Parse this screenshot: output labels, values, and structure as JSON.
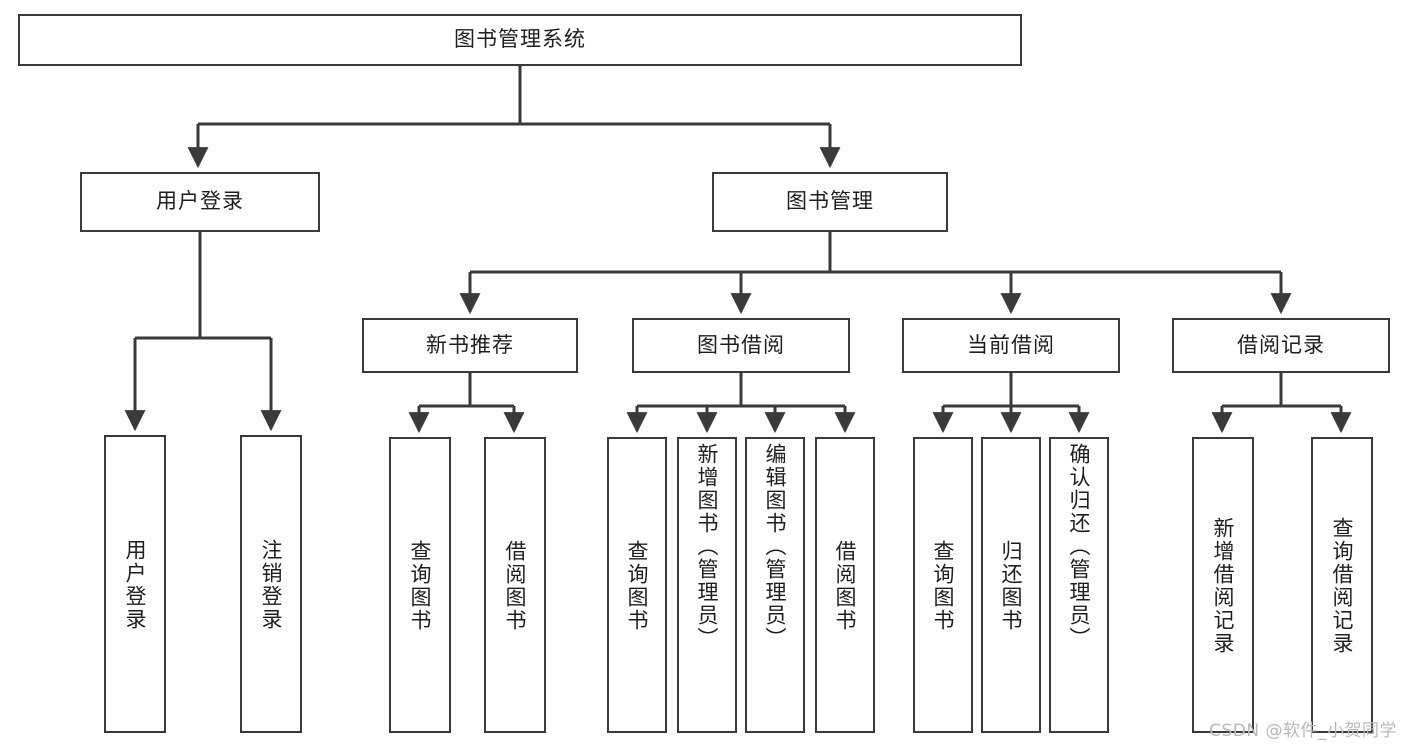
{
  "diagram": {
    "title": "图书管理系统",
    "root": {
      "label": "图书管理系统"
    },
    "level2": [
      {
        "label": "用户登录"
      },
      {
        "label": "图书管理"
      }
    ],
    "level3": [
      {
        "label": "新书推荐"
      },
      {
        "label": "图书借阅"
      },
      {
        "label": "当前借阅"
      },
      {
        "label": "借阅记录"
      }
    ],
    "leaves": {
      "user_login": [
        {
          "label": "用户登录"
        },
        {
          "label": "注销登录"
        }
      ],
      "new_book_recommend": [
        {
          "label": "查询图书"
        },
        {
          "label": "借阅图书"
        }
      ],
      "book_borrow": [
        {
          "label": "查询图书"
        },
        {
          "label": "新增图书（管理员）"
        },
        {
          "label": "编辑图书（管理员）"
        },
        {
          "label": "借阅图书"
        }
      ],
      "current_borrow": [
        {
          "label": "查询图书"
        },
        {
          "label": "归还图书"
        },
        {
          "label": "确认归还（管理员）"
        }
      ],
      "borrow_record": [
        {
          "label": "新增借阅记录"
        },
        {
          "label": "查询借阅记录"
        }
      ]
    }
  },
  "watermark": {
    "text": "CSDN @软件_小贺同学"
  },
  "colors": {
    "stroke": "#3a3a3a",
    "background": "#ffffff",
    "text": "#1f1f1f",
    "watermark": "#b9b9b9"
  }
}
